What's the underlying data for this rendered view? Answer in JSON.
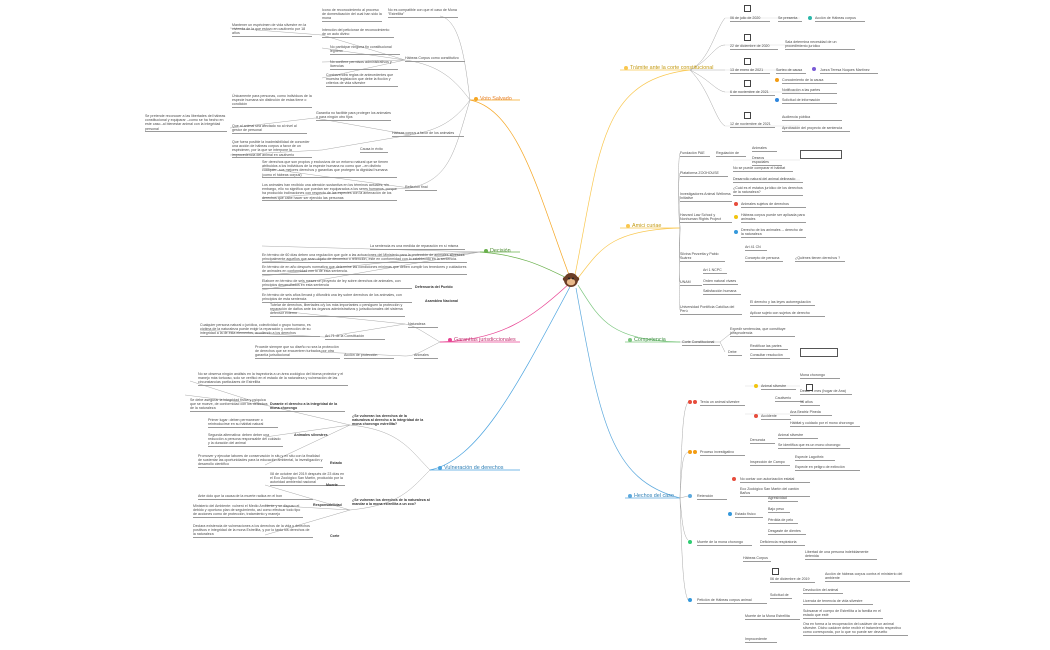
{
  "center_icon": "monkey-icon",
  "colors": {
    "voto": "#f5a623",
    "decision": "#6ab04c",
    "garantias": "#e84393",
    "vulneracion": "#4aa3df",
    "tramite": "#f9c74f",
    "amici": "#f9c74f",
    "competencia": "#7bc67e",
    "hechos": "#5da9dd"
  },
  "branches": {
    "voto": {
      "title": "Voto Salvado",
      "nodes": [
        "Icono de reconocimiento al proceso de domesticación del cual han sido la mona",
        "No es compatible con que el caso de Mona \"Estrellita\"",
        "Mantener un espécimen de vida silvestre en la vivienda de la que estuvo en cautiverio por 18 años",
        "Intención del peticionar de reconocimiento de un auto divino",
        "No participar ninguna fin constitucional legítimo",
        "No confiere permisos administrativos y licencias",
        "Contravendrá reglas de antecedentes que muestra legislación que debe la ficción y criterios de vida silvestre",
        "Hábeas Corpus como constitutivo",
        "Únicamente para personas, como individuos de la especie humana sin distinción de estas tiene o condición",
        "Garantía no factible para proteger los animales o para ningún otro fijos",
        "Se pretende reconocer a las libertades del hábeas constitucional y equiparar --como se ha hecho en este caso--al bienestar animal con la integridad personal",
        "Que al animal sea afectado no al nivel al gestor de personal",
        "Hábeas corpus a favor de los animales",
        "Que fuera posible la inadmisibilidad de conceder una acción de hábeas corpus a favor de un espécimen, por la que se interpone la improcedencia del animal en cautiverio",
        "Causa in éxito",
        "Ser derechos que son propios y exclusivos de un entorno natural que se tienen atribuidos a los individuos de la especie humana no como que --en distinto cualquier--sus mejores derechos y garantías que protegen la dignidad humana (como el hábeas corpus)",
        "Los animales han recibido una atención sustantiva en los términos actuales; sin embargo, ello no significa que puedan ser equiparados a los seres humanos, porque ha producido inclinaciones con respecto de las especies con la antenación de los derechos que cabe hacer ser ejercido las personas",
        "Reflexión final"
      ]
    },
    "decision": {
      "title": "Decisión",
      "nodes": [
        "La sentencia es una medida de reparación en sí misma",
        "En término de 60 días deben una regulación que guíe a las actuaciones del Ministerio para la protección de animales silvestres principalmente aquellos que sean objeto de decomiso o retención, este en conformidad con lo establecido en la sentencia.",
        "En término de en año después normativa que determine las condiciones mínimas que deben cumplir los tenedores y cuidadores de animales en conformidad con lo de esta sentencia.",
        "Elabore en término de seis meses un proyecto de ley sobre derechos de animales, con principios desarrollados en esta sentencia",
        "Defensoría del Pueblo",
        "En término de seis años llevará y difundirá una ley sobre derechos de los animales, con principios de esta sentencia",
        "Asamblea Nacional"
      ]
    },
    "garantias": {
      "title": "Garantías jurisdiccionales",
      "nodes": [
        "Tutelar de derechos, libertades o/y los más importantes o persiguen la protección y reparación de daños ante los órganos administrativos y jurisdiccionales del sistema defensor externo",
        "Naturaleza",
        "Cualquier persona natural o jurídica, colectividad o grupo humano, es víctima de la naturaleza puede exigir la reparación y corrección de su integridad a la de ésta elementos, acudiendo a los derechos",
        "Art 71 de la Constitución",
        "Procede siempre que su diseño no sea la protección de derechos que se encuentren turbados por otra garantía jurisdiccional",
        "Acción de protección",
        "Animales"
      ]
    },
    "vulneracion": {
      "title": "Vulneración de derechos",
      "nodes": [
        "No se observa ningún análisis en la trayectoria a un área zoológico del bioma protector y el manejo más tortuoso, solo se verificó en el estado de la naturaleza y vulneración de las circunstancias particulares de Estrellita",
        "Se debe asegurar la integridad física y psíquica que se mueve, de conformidad con los derechos de la naturaleza",
        "Durante el derecho a la integridad de la mona chorongo",
        "Primer lugar: deben permanecer o reintroducirse en su hábitat natural",
        "Segunda alternativa: deben deber una reducción a persona responsable del cuidado y la duración del animal",
        "Animales silvestres",
        "Promover y ejecutar labores de conservación in situ y ex situ con la finalidad de sustentar las oportunidades para la educación ambiental, la investigación y desarrollo científico",
        "Estado",
        "¿Se vulneran los derechos de la naturaleza al derecho a la integridad de la mona chorongo estrellita?",
        "08 de octubre del 2019 después de 23 días en el Eco Zoológico San Martín, producido por la autoridad ambiental nacional",
        "Muerte",
        "Ante dolo que la causa de la muerte radica en el bon",
        "Responsabilidad",
        "Ministerio del Ambiente: vulneró el Medio Ambiente y se dispuso el debido y oportuno plan de seguimiento, así como efectuar todo tipo de acciones como de protección, tratamiento y manejo",
        "Declara existencia de vulneraciones a los derechos de la vida y derechos positivos e integridad de la mona Estrellita, y por lo tanto los derechos de la naturaleza",
        "Corte",
        "¿Se vulneran los derechos de la naturaleza al mandar a la mona estrellita a un zoo?"
      ]
    },
    "tramite": {
      "title": "Trámite ante la corte constitucional",
      "nodes": [
        "06 de julio de 2020",
        "Se presenta",
        "Acción de Hábeas corpus",
        "22 de diciembre de 2020",
        "Sala determina necesidad de un procedimiento jurídico",
        "13 de enero de 2021",
        "Sorteo de causa",
        "Jueza Teresa Nuques Martínez",
        "6 de noviembre de 2021",
        "Conocimiento de la causa",
        "Notificación a las partes",
        "Solicitud de información",
        "12 de noviembre de 2021",
        "Audiencia pública",
        "Aprobación del proyecto de sentencia"
      ]
    },
    "amici": {
      "title": "Amici curiae",
      "nodes": [
        "Fundación PAE",
        "Regulación de",
        "Animales",
        "Deseos espaciales",
        "Plataforma ZOOHOUSE",
        "No se puede comparar el hábitat",
        "Desarrollo natural del animal delineado",
        "Investigadores Animal Wellness Initiative",
        "¿Cuál es el estatus jurídico de los derechos de la naturaleza?",
        "Harvard Law School y Nonhuman Rights Project",
        "Animales sujetos de derechos",
        "Hábeas corpus puede ser aplicada para animales",
        "Derecho de los animales -- derecho de la naturaleza",
        "Silvina Pezzetta y Pablo Suárez",
        "Art 41 CN",
        "Concepto de persona",
        "¿Quiénes tienen derechos ?",
        "UNAM",
        "Art 1 NCPC",
        "Orden natural vivaes",
        "Satisfacción humana",
        "Universidad Pontificia Católica del Perú",
        "El derecho y las leyes autorregulación",
        "Aplicar sujeto con sujetos de derecho"
      ]
    },
    "competencia": {
      "title": "Competencia",
      "nodes": [
        "Expedir sentencias, que constituye jurisprudencia",
        "Corte Constitucional",
        "Rectificar las partes",
        "Debe",
        "Consultar resolución"
      ]
    },
    "hechos": {
      "title": "Hechos del caso",
      "nodes": [
        "Tenía un animal silvestre",
        "Animal silvestre",
        "Mona chorongo",
        "Desde 1 mes (hogar de Ana)",
        "Cautiverio",
        "18 años",
        "Accidente",
        "Ana Beatriz Pineda",
        "Hábitat y cuidado por el mono chorongo",
        "Proceso investigativo",
        "Denuncia",
        "Animal silvestre",
        "Se identifica que es un mono chorongo",
        "Inspección de Campo",
        "Especie Lagothrix",
        "Especie en peligro de extinción",
        "Retención",
        "No contar con autorización estatal",
        "Eco Zoológico San Martín del cantón Baños",
        "Estado físico",
        "Agresividad",
        "Bajo peso",
        "Pérdida de pelo",
        "Desgaste de dientes",
        "Muerte de la mona chorongo",
        "Deficiencia respiratoria",
        "Hábeas Corpus",
        "Libertad de una persona indebidamente detenida",
        "06 de diciembre de 2019",
        "Acción de hábeas corpus contra el ministerio del ambiente",
        "Solicitud de",
        "Devolución del animal",
        "Licencia de tenencia de vida silvestre",
        "Muerte de la Mona Estrellita",
        "Subsanar el cuerpo de Estrellita a la familia en el estado que esté",
        "Improcedente",
        "Ora en forma a la recuperación del cadáver de un animal silvestre. Dicho cadáver debe recibir el tratamiento respectivo como corresponda, por lo que no puede ser devuelto",
        "Petición de Hábeas corpus animal"
      ]
    }
  }
}
